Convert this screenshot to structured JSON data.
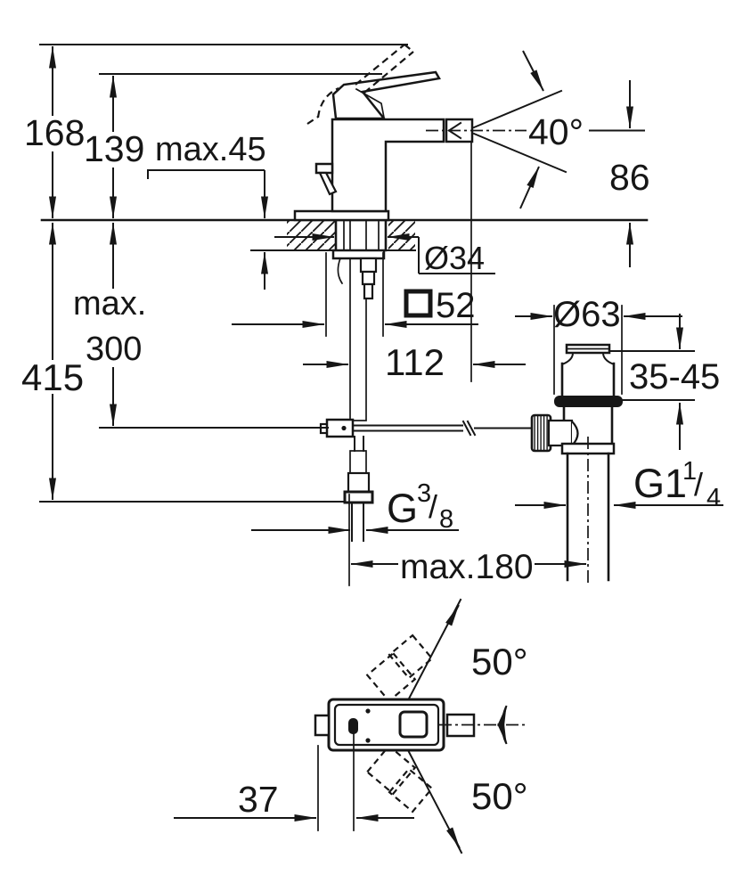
{
  "labels": {
    "total_height": "168",
    "spout_height_ref": "139",
    "max_deck": "max.45",
    "spray_angle": "40°",
    "outlet_height": "86",
    "hole_diameter": "Ø34",
    "body_width": "52",
    "hose_offset": "112",
    "waste_diameter": "Ø63",
    "max_word": "max.",
    "max_hose_length": "300",
    "total_depth": "415",
    "clamping_range": "35-45",
    "supply_thread": {
      "prefix": "G",
      "numerator": "3",
      "slash": "/",
      "denominator": "8"
    },
    "waste_thread": {
      "prefix": "G1",
      "numerator": "1",
      "slash": "/",
      "denominator": "4"
    },
    "max_reach": "max.180",
    "swivel_upper": "50°",
    "swivel_lower": "50°",
    "lever_offset": "37"
  }
}
